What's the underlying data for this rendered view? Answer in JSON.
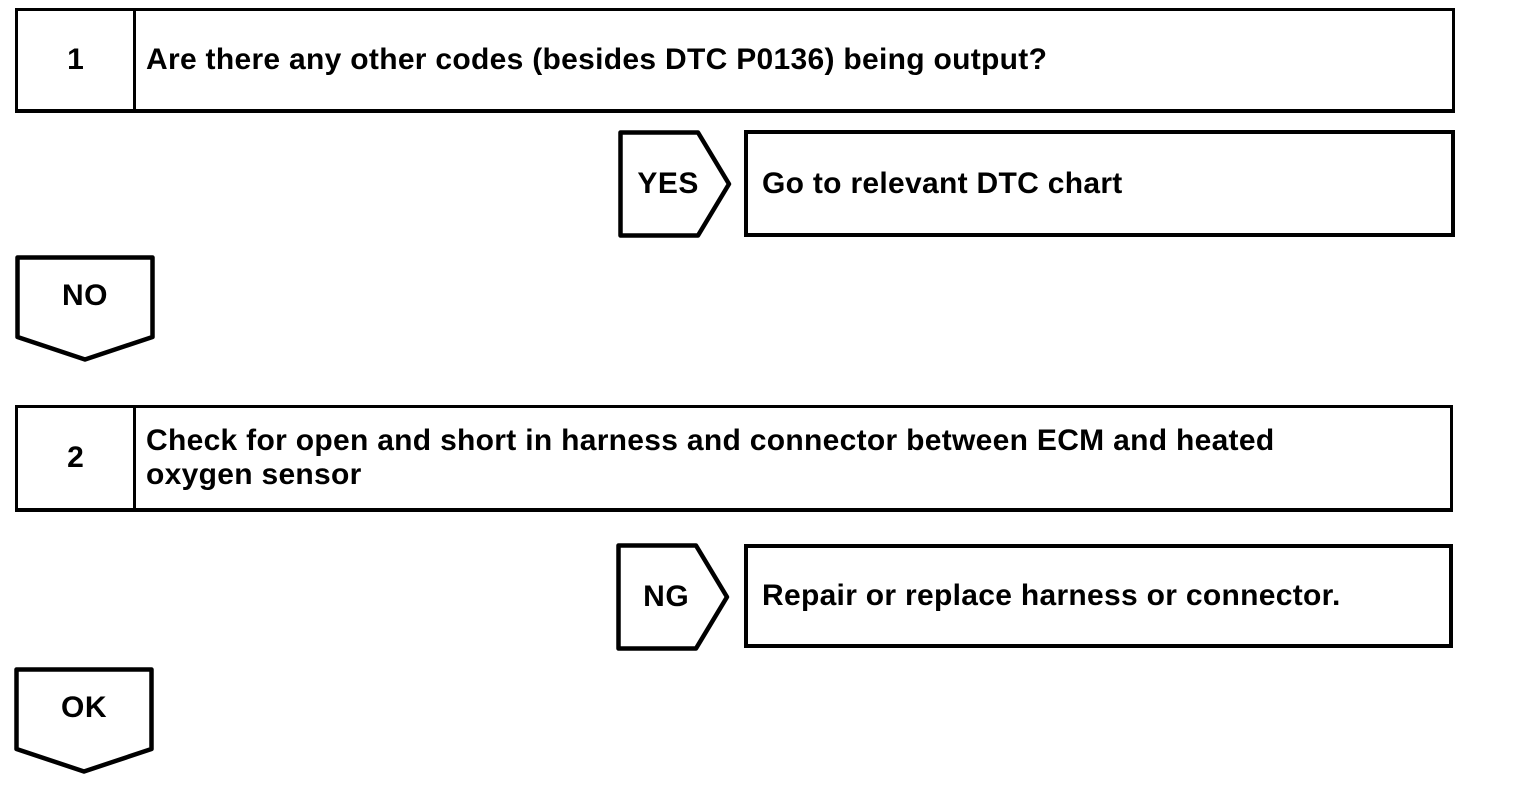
{
  "colors": {
    "line": "#000000",
    "background": "#ffffff",
    "text": "#000000"
  },
  "flowchart": {
    "steps": [
      {
        "number": "1",
        "text": "Are there any other codes (besides DTC P0136) being output?",
        "branch": {
          "label": "YES",
          "result": "Go to relevant DTC chart"
        },
        "continue_label": "NO"
      },
      {
        "number": "2",
        "text": "Check for open and short in harness and connector between ECM and heated oxygen sensor",
        "branch": {
          "label": "NG",
          "result": "Repair or replace harness or connector."
        },
        "continue_label": "OK"
      }
    ]
  }
}
